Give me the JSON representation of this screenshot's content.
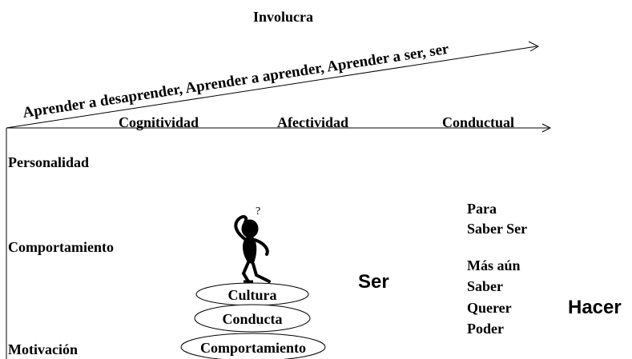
{
  "title": "Involucra",
  "diagonal_label": "Aprender a desaprender, Aprender a aprender, Aprender a ser, ser",
  "columns": [
    "Cognitividad",
    "Afectividad",
    "Conductual"
  ],
  "rows": [
    "Personalidad",
    "Comportamiento",
    "Motivación"
  ],
  "stack": [
    "Cultura",
    "Conducta",
    "Comportamiento"
  ],
  "center_label": "Ser",
  "right_top": [
    "Para",
    "Saber Ser"
  ],
  "right_list": [
    "Más aún",
    "Saber",
    "Querer",
    "Poder"
  ],
  "right_end": "Hacer",
  "figure_mark": "?",
  "colors": {
    "text": "#000000",
    "lines": "#000000",
    "background": "#ffffff"
  }
}
